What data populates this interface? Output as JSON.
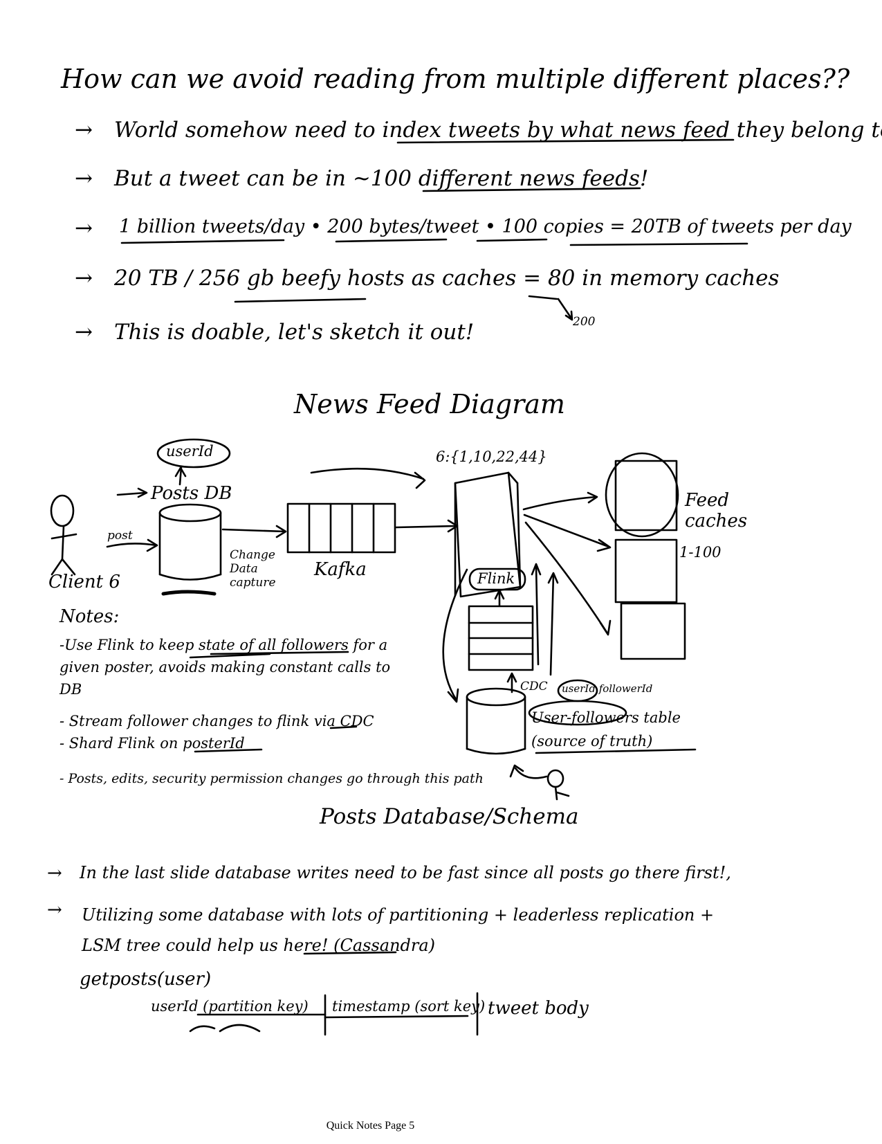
{
  "header": {
    "question": "How can we avoid reading from multiple different places??"
  },
  "bullets": [
    "World somehow need to index tweets by what news feed they belong to",
    "But a tweet can be in ~100 different news feeds!",
    "1 billion tweets/day • 200 bytes/tweet • 100 copies = 20TB of tweets per day",
    "20 TB / 256 gb beefy hosts as caches = 80 in memory caches",
    "This is doable, let's sketch it out!"
  ],
  "annotation_200": "200",
  "diagram": {
    "title": "News Feed Diagram",
    "client_label": "Client 6",
    "post_label": "post",
    "posts_db_label": "Posts DB",
    "user_id_bubble": "userId",
    "cdc_label": "Change Data capture",
    "kafka_label": "Kafka",
    "flink_box": "Flink",
    "flink_state": "6:{1,10,22,44}",
    "cdc_small": "CDC",
    "userid_followerid": "userId followerId",
    "user_followers_label": "User-followers table (source of truth)",
    "feed_caches_label": "Feed caches",
    "feed_caches_range": "1-100"
  },
  "notes": {
    "heading": "Notes:",
    "items": [
      "-Use Flink to keep state of all followers for a given poster, avoids making constant calls to DB",
      "- Stream follower changes to flink via CDC",
      "- Shard Flink on posterId",
      "- Posts, edits, security permission changes go through this path"
    ]
  },
  "posts_section": {
    "title": "Posts Database/Schema",
    "bullets": [
      "In the last slide database writes need to be fast since all posts go there first!,",
      "Utilizing some database with lots of partitioning + leaderless replication + LSM tree could help us here! (Cassandra)"
    ],
    "getposts": "getposts(user)",
    "schema_cols": [
      "userId (partition key)",
      "timestamp (sort key)",
      "tweet body"
    ]
  },
  "footer": "Quick Notes Page 5"
}
